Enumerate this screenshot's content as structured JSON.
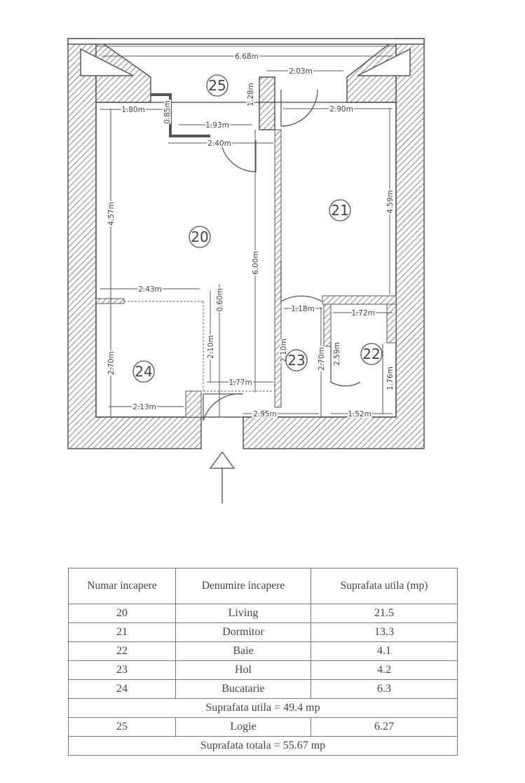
{
  "floor_plan": {
    "rooms": [
      {
        "id": "20",
        "label": "20"
      },
      {
        "id": "21",
        "label": "21"
      },
      {
        "id": "22",
        "label": "22"
      },
      {
        "id": "23",
        "label": "23"
      },
      {
        "id": "24",
        "label": "24"
      },
      {
        "id": "25",
        "label": "25"
      }
    ],
    "dimensions": {
      "logia_width": "6.68m",
      "logia_door": "2.03m",
      "living_top_left": "1.80m",
      "living_step_vertical": "0.85m",
      "living_step_width": "1.93m",
      "living_upper_width": "2.40m",
      "logia_pillar": "1.28m",
      "bedroom_width": "2.90m",
      "living_height": "4.57m",
      "living_full_height": "6.00m",
      "bedroom_height": "4.59m",
      "kitchen_width_top": "2.43m",
      "kitchen_offset": "0.60m",
      "kitchen_height": "2.70m",
      "kitchen_inner_height": "2.10m",
      "kitchen_width_bottom": "2.13m",
      "entry_width": "1.77m",
      "hall_width": "1.18m",
      "hall_height": "2.10m",
      "hall_right_height": "2.70m",
      "bath_door_height": "2.59m",
      "bath_width": "1.72m",
      "bath_height": "1.76m",
      "hall_bottom_width": "2.95m",
      "bath_bottom_width": "1.52m"
    },
    "entrance_icon": "arrow-up-icon"
  },
  "table": {
    "headers": [
      "Numar incapere",
      "Denumire incapere",
      "Suprafata utila (mp)"
    ],
    "rows": [
      {
        "num": "20",
        "name": "Living",
        "area": "21.5"
      },
      {
        "num": "21",
        "name": "Dormitor",
        "area": "13.3"
      },
      {
        "num": "22",
        "name": "Baie",
        "area": "4.1"
      },
      {
        "num": "23",
        "name": "Hol",
        "area": "4.2"
      },
      {
        "num": "24",
        "name": "Bucatarie",
        "area": "6.3"
      }
    ],
    "subtotal": "Suprafata utila = 49.4 mp",
    "extra_row": {
      "num": "25",
      "name": "Logie",
      "area": "6.27"
    },
    "total": "Suprafata totala = 55.67 mp"
  }
}
